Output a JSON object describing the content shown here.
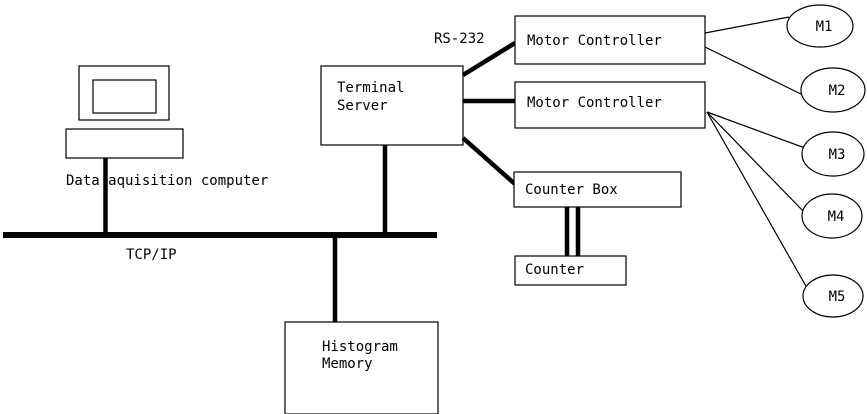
{
  "diagram": {
    "title": "Data acquisition network diagram",
    "stroke_color": "#000000",
    "background_color": "#ffffff",
    "nodes": {
      "monitor": {
        "label": ""
      },
      "computer_base": {
        "label": ""
      },
      "computer_caption": {
        "label": "Data aquisition computer"
      },
      "terminal_server": {
        "line1": "Terminal",
        "line2": "Server"
      },
      "motor_controller_1": {
        "label": "Motor Controller"
      },
      "motor_controller_2": {
        "label": "Motor Controller"
      },
      "counter_box": {
        "label": "Counter Box"
      },
      "counter": {
        "label": "Counter"
      },
      "histogram_memory": {
        "line1": "Histogram",
        "line2": "Memory"
      }
    },
    "motors": [
      {
        "label": "M1"
      },
      {
        "label": "M2"
      },
      {
        "label": "M3"
      },
      {
        "label": "M4"
      },
      {
        "label": "M5"
      }
    ],
    "link_labels": {
      "bus": "TCP/IP",
      "serial": "RS-232"
    }
  }
}
